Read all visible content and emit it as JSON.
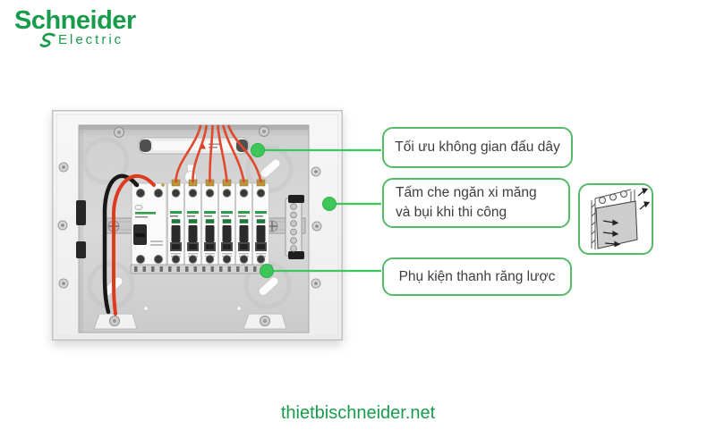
{
  "brand": {
    "name": "Schneider",
    "tagline": "Electric"
  },
  "callouts": [
    {
      "text": "Tối ưu không gian đấu dây"
    },
    {
      "text": "Tấm che ngăn xi măng\nvà bụi khi thi công"
    },
    {
      "text": "Phụ kiện thanh răng lược"
    }
  ],
  "footer": {
    "website": "thietbischneider.net"
  },
  "icons": {
    "logo_mark": "se-monogram-swirl",
    "trunking_label": "warning-triangle"
  },
  "colors": {
    "brand-green": "#189C4B",
    "outline-green": "#56BB68",
    "accent-green": "#3DC75B",
    "text-dark": "#3E3E3E",
    "wire-red": "#E0492B",
    "wire-black": "#181818"
  }
}
